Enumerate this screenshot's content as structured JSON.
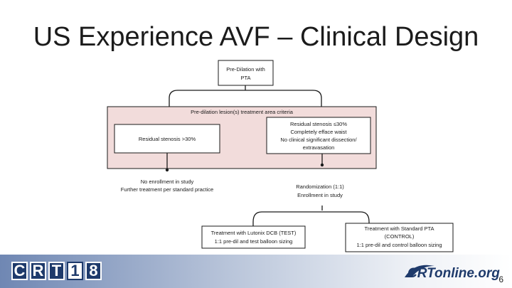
{
  "slide": {
    "title": "US Experience AVF – Clinical Design",
    "page_number": "6"
  },
  "flowchart": {
    "top_box": [
      "Pre-Dilation with",
      "PTA"
    ],
    "criteria_header": "Pre-dilation lesion(s) treatment area criteria",
    "left_box": "Residual stenosis >30%",
    "right_box": [
      "Residual stenosis ≤30%",
      "Completely efface waist",
      "No clinical significant dissection/",
      "extravasation"
    ],
    "left_outcome": [
      "No enrollment in study",
      "Further treatment per standard practice"
    ],
    "randomization": [
      "Randomization (1:1)",
      "Enrollment in study"
    ],
    "test_box": [
      "Treatment with Lutonix DCB (TEST)",
      "1:1 pre-dil and test balloon sizing"
    ],
    "control_box": [
      "Treatment with Standard PTA",
      "(CONTROL)",
      "1:1 pre-dil and control balloon sizing"
    ]
  },
  "footer": {
    "crt_logo_chars": [
      "C",
      "R",
      "T",
      "1",
      "8"
    ],
    "crtonline_logo": "CRTonline.org"
  },
  "colors": {
    "criteria_fill": "#f2dcdb",
    "line": "#1a1a1a",
    "footer_blue": "#1e3a6b"
  }
}
